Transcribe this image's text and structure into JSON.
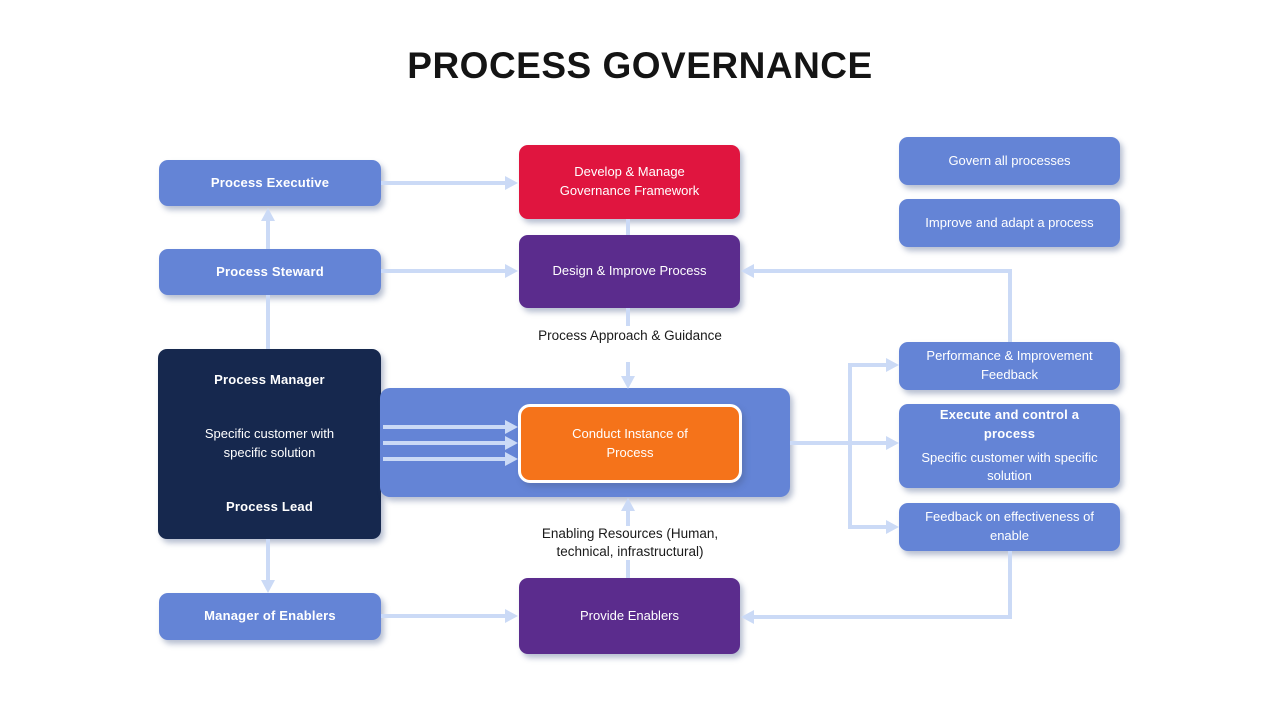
{
  "title": "PROCESS GOVERNANCE",
  "boxes": {
    "process_executive": "Process Executive",
    "process_steward": "Process Steward",
    "process_manager_card": {
      "top": "Process Manager",
      "middle": "Specific customer with specific solution",
      "bottom": "Process Lead"
    },
    "manager_of_enablers": "Manager of Enablers",
    "develop_manage_governance": "Develop & Manage Governance Framework",
    "design_improve_process": "Design & Improve Process",
    "conduct_instance": "Conduct Instance of Process",
    "provide_enablers": "Provide Enablers",
    "govern_all_processes": "Govern all processes",
    "improve_adapt_process": "Improve and adapt a process",
    "performance_feedback": "Performance & Improvement Feedback",
    "execute_control": {
      "title": "Execute and control a process",
      "subtitle": "Specific customer with specific solution"
    },
    "feedback_effectiveness": "Feedback on effectiveness of enable"
  },
  "annotations": {
    "process_approach_guidance": "Process Approach & Guidance",
    "enabling_resources": "Enabling Resources (Human, technical, infrastructural)"
  },
  "colors": {
    "blue": "#6484D6",
    "navy": "#16284E",
    "red": "#E0153F",
    "purple": "#5B2C8D",
    "orange": "#F5731A",
    "arrow": "#CBDAF6"
  }
}
